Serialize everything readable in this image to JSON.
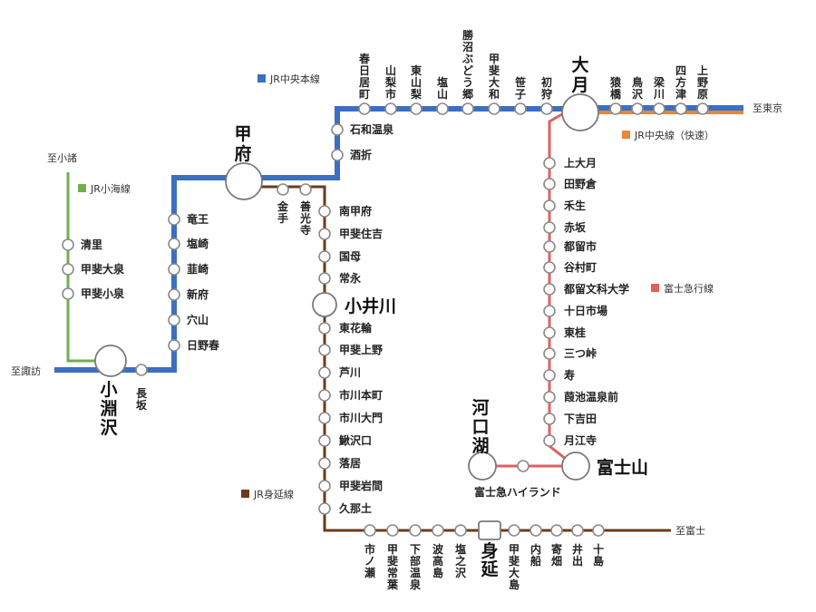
{
  "colors": {
    "chuo": "#3b6fc0",
    "chuo_rapid": "#e8863a",
    "koumi": "#6fb04a",
    "minobu": "#6b3b1a",
    "fujikyu": "#e06060",
    "highlight": "#ee0000"
  },
  "legend": {
    "chuo": "JR中央本線",
    "chuo_rapid": "JR中央線（快速）",
    "koumi": "JR小海線",
    "minobu": "JR身延線",
    "fujikyu": "富士急行線"
  },
  "directions": {
    "tokyo": "至東京",
    "komoro": "至小諸",
    "suwa": "至諏訪",
    "fuji": "至富士"
  },
  "hubs": {
    "kofu": "甲府",
    "kobuchizawa": "小淵沢",
    "otsuki": "大月",
    "kawaguchiko": "河口湖",
    "fujisan": "富士山",
    "minobu": "身延",
    "koigawa": "小井川"
  },
  "stations": {
    "chuo_top": [
      "春日居町",
      "山梨市",
      "東山梨",
      "塩山",
      "勝沼ぶどう郷",
      "甲斐大和",
      "笹子",
      "初狩"
    ],
    "chuo_east": [
      "猿橋",
      "鳥沢",
      "梁川",
      "四方津",
      "上野原"
    ],
    "chuo_kofu_east": [
      "石和温泉",
      "酒折"
    ],
    "chuo_west": [
      "竜王",
      "塩崎",
      "韮崎",
      "新府",
      "穴山",
      "日野春"
    ],
    "nagasaka": "長坂",
    "koumi": [
      "清里",
      "甲斐大泉",
      "甲斐小泉"
    ],
    "minobu_top": [
      "金手",
      "善光寺"
    ],
    "minobu_upper": [
      "南甲府",
      "甲斐住吉",
      "国母",
      "常永"
    ],
    "minobu_lower": [
      "東花輪",
      "甲斐上野",
      "芦川",
      "市川本町",
      "市川大門",
      "鰍沢口",
      "落居",
      "甲斐岩間",
      "久那土"
    ],
    "minobu_bottom_left": [
      "市ノ瀬",
      "甲斐常葉",
      "下部温泉",
      "波高島",
      "塩之沢"
    ],
    "minobu_bottom_right": [
      "甲斐大島",
      "内船",
      "寄畑",
      "井出",
      "十島"
    ],
    "fujikyu": [
      "上大月",
      "田野倉",
      "禾生",
      "赤坂",
      "都留市",
      "谷村町",
      "都留文科大学",
      "十日市場",
      "東桂",
      "三つ峠",
      "寿",
      "葭池温泉前",
      "下吉田",
      "月江寺"
    ],
    "fujikyu_highland": "富士急ハイランド"
  }
}
